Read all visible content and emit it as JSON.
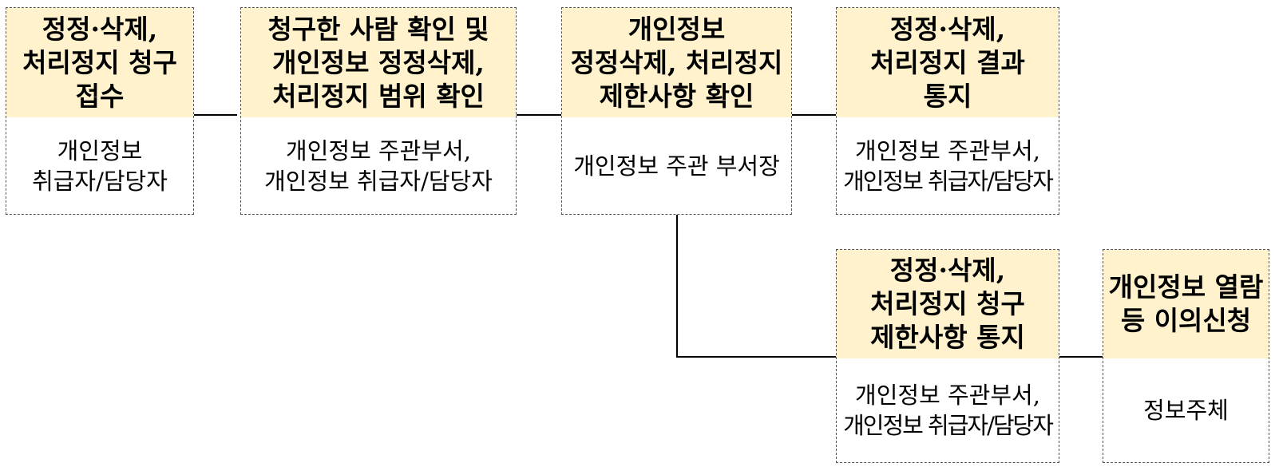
{
  "diagram": {
    "colors": {
      "header_fill": "#fff2cc",
      "border": "#555555",
      "connector": "#000000"
    },
    "nodes": {
      "receive": {
        "title": [
          "정정·삭제,",
          "처리정지 청구",
          "접수"
        ],
        "owner": [
          "개인정보",
          "취급자/담당자"
        ]
      },
      "verify": {
        "title": [
          "청구한 사람 확인 및",
          "개인정보 정정삭제,",
          "처리정지 범위 확인"
        ],
        "owner": [
          "개인정보 주관부서,",
          "개인정보 취급자/담당자"
        ]
      },
      "check_limits": {
        "title": [
          "개인정보",
          "정정삭제, 처리정지",
          "제한사항 확인"
        ],
        "owner": [
          "개인정보 주관 부서장"
        ]
      },
      "notify_result": {
        "title": [
          "정정·삭제,",
          "처리정지 결과",
          "통지"
        ],
        "owner": [
          "개인정보 주관부서,",
          "개인정보 취급자/담당자"
        ]
      },
      "notify_limits": {
        "title": [
          "정정·삭제,",
          "처리정지 청구",
          "제한사항 통지"
        ],
        "owner": [
          "개인정보 주관부서,",
          "개인정보 취급자/담당자"
        ]
      },
      "objection": {
        "title": [
          "개인정보 열람",
          "등 이의신청"
        ],
        "owner": [
          "정보주체"
        ]
      }
    }
  }
}
